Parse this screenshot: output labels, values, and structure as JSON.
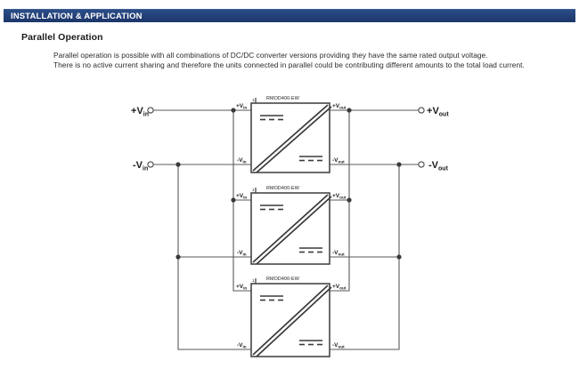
{
  "section": {
    "header_title": "INSTALLATION & APPLICATION",
    "header_bg": "#24427a",
    "header_text_color": "#ffffff"
  },
  "content": {
    "subheading": "Parallel Operation",
    "paragraph_lines": [
      "Parallel operation is possible with all combinations of DC/DC converter versions providing they have the same rated output voltage.",
      "There is no active current sharing and therefore the units connected in parallel could be contributing different amounts to the total load current."
    ]
  },
  "diagram": {
    "type": "schematic",
    "description": "Three DC/DC converter modules connected in parallel between a common input bus and a common output bus",
    "line_color": "#555555",
    "label_color": "#1a1a1a",
    "input_terminals": [
      {
        "id": "vin-positive",
        "label_sign": "+",
        "label_base": "V",
        "label_sub": "in"
      },
      {
        "id": "vin-negative",
        "label_sign": "-",
        "label_base": "V",
        "label_sub": "in"
      }
    ],
    "output_terminals": [
      {
        "id": "vout-positive",
        "label_sign": "+",
        "label_base": "V",
        "label_sub": "out"
      },
      {
        "id": "vout-negative",
        "label_sign": "-",
        "label_base": "V",
        "label_sub": "out"
      }
    ],
    "converters": [
      {
        "id": "converter-1",
        "part_number": "RMOD400-EW",
        "pin_marker": "1",
        "pin_labels": {
          "in_pos": {
            "sign": "+",
            "base": "V",
            "sub": "in"
          },
          "in_neg": {
            "sign": "-",
            "base": "V",
            "sub": "in"
          },
          "out_pos": {
            "sign": "+",
            "base": "V",
            "sub": "out"
          },
          "out_neg": {
            "sign": "-",
            "base": "V",
            "sub": "out"
          }
        }
      },
      {
        "id": "converter-2",
        "part_number": "RMOD400-EW",
        "pin_marker": "1",
        "pin_labels": {
          "in_pos": {
            "sign": "+",
            "base": "V",
            "sub": "in"
          },
          "in_neg": {
            "sign": "-",
            "base": "V",
            "sub": "in"
          },
          "out_pos": {
            "sign": "+",
            "base": "V",
            "sub": "out"
          },
          "out_neg": {
            "sign": "-",
            "base": "V",
            "sub": "out"
          }
        }
      },
      {
        "id": "converter-3",
        "part_number": "RMOD400-EW",
        "pin_marker": "1",
        "pin_labels": {
          "in_pos": {
            "sign": "+",
            "base": "V",
            "sub": "in"
          },
          "in_neg": {
            "sign": "-",
            "base": "V",
            "sub": "in"
          },
          "out_pos": {
            "sign": "+",
            "base": "V",
            "sub": "out"
          },
          "out_neg": {
            "sign": "-",
            "base": "V",
            "sub": "out"
          }
        }
      }
    ]
  }
}
